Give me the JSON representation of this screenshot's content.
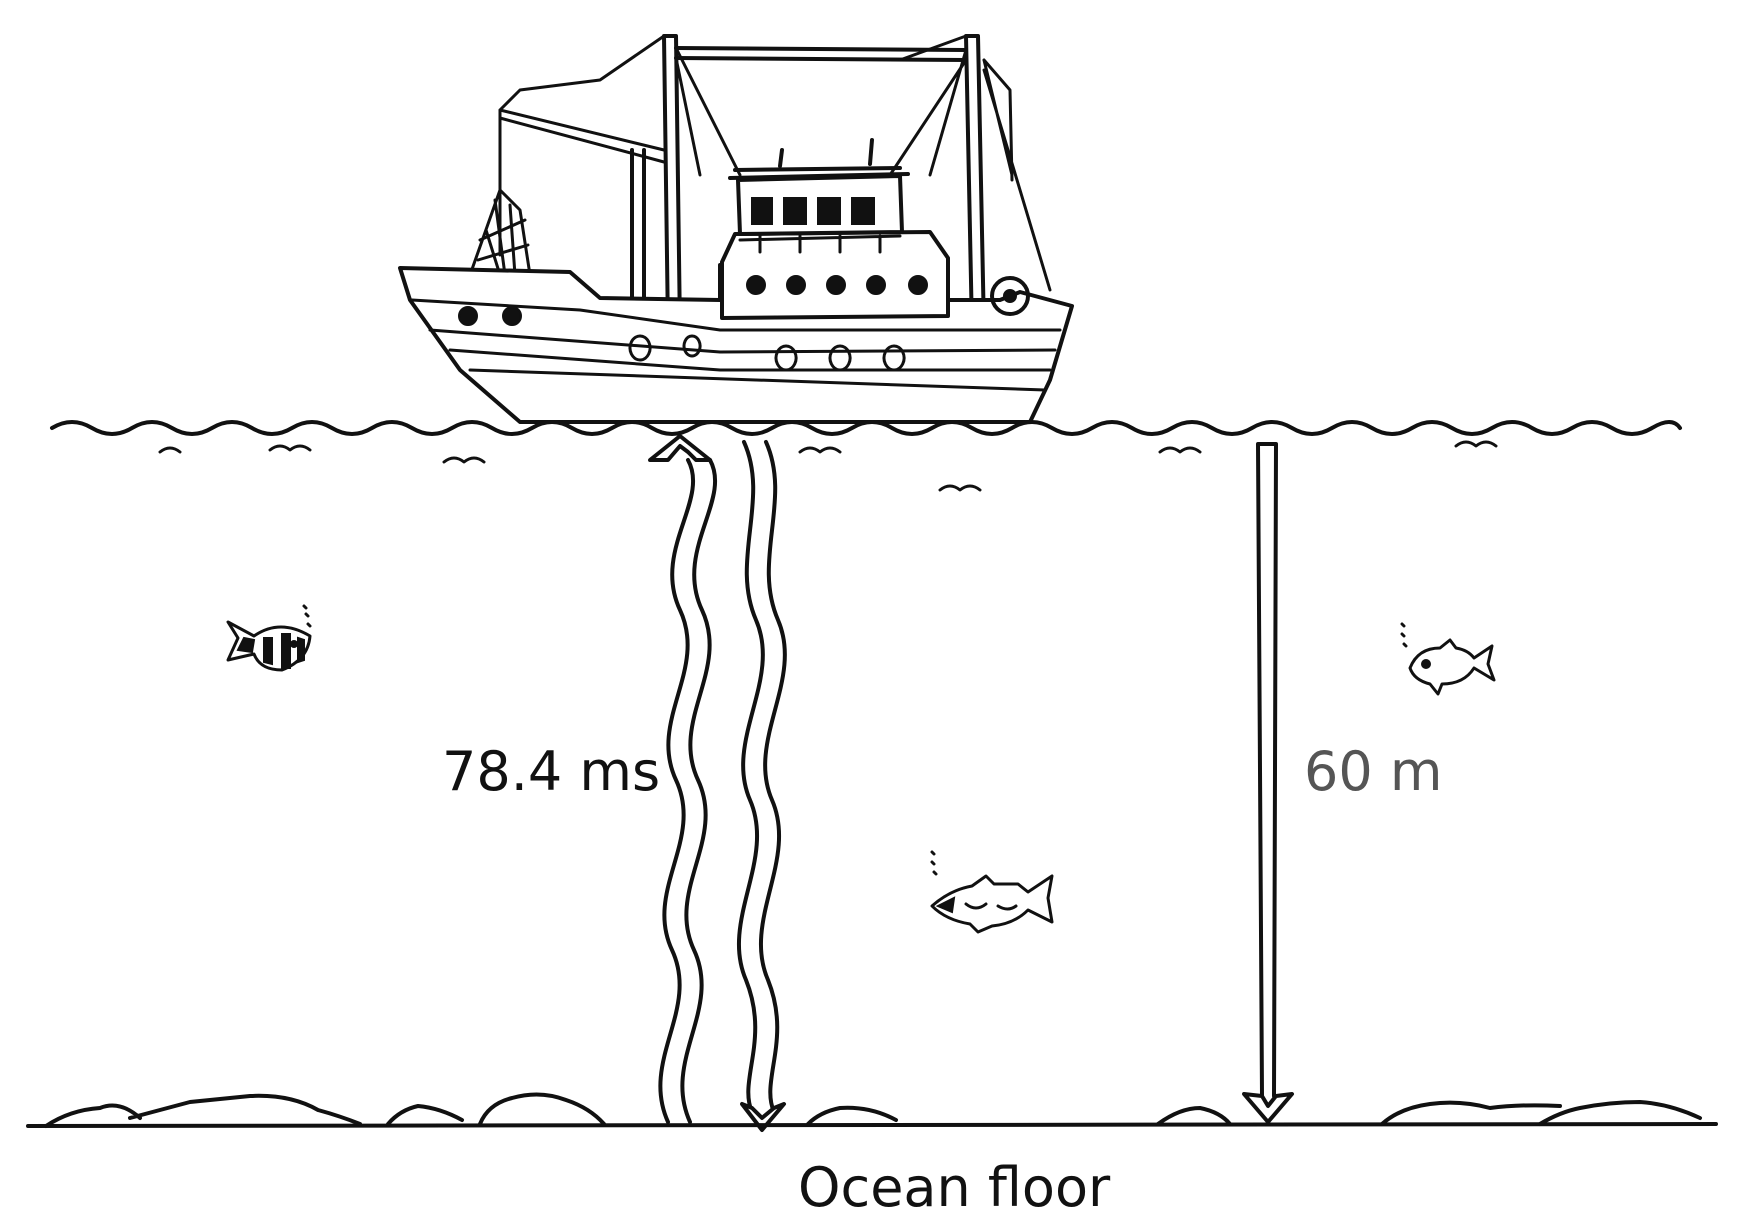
{
  "labels": {
    "time": "78.4 ms",
    "depth": "60 m",
    "floor": "Ocean floor"
  },
  "colors": {
    "ink": "#111111",
    "depth_label": "#555555",
    "background": "#ffffff"
  }
}
